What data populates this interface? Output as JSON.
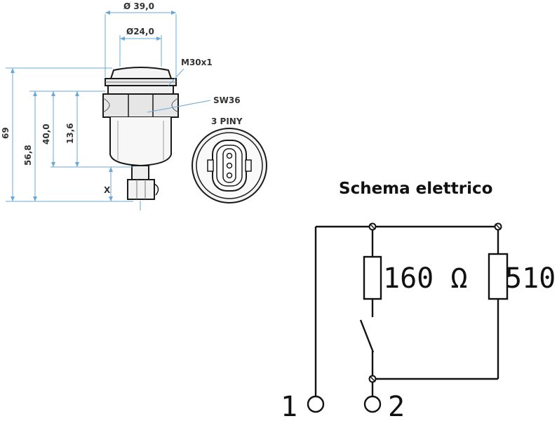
{
  "mechanical": {
    "dim_outer_diameter": "Ø 39,0",
    "dim_inner_diameter": "Ø24,0",
    "thread": "M30x1",
    "wrench": "SW36",
    "connector": "3 PINY",
    "height_total": "69",
    "height_body": "56,8",
    "height_40": "40,0",
    "height_13": "13,6",
    "x_marker": "X"
  },
  "schematic": {
    "title": "Schema elettrico",
    "resistor_switch_label": "160 Ω",
    "resistor_parallel_label": "510",
    "terminal_1": "1",
    "terminal_2": "2"
  }
}
